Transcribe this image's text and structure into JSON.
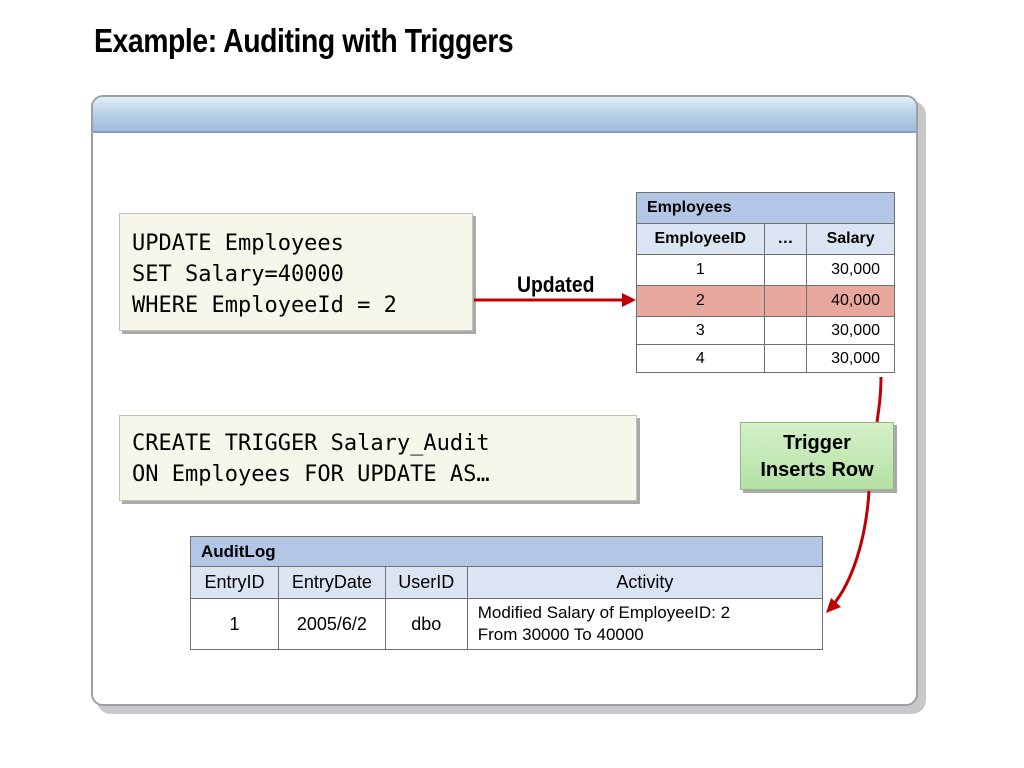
{
  "title": "Example: Auditing with Triggers",
  "update_code": [
    "UPDATE Employees",
    "SET Salary=40000",
    "WHERE EmployeeId = 2"
  ],
  "trigger_code": [
    "CREATE TRIGGER Salary_Audit",
    "ON Employees FOR UPDATE AS…"
  ],
  "updated_label": "Updated",
  "trigger_box": [
    "Trigger",
    "Inserts Row"
  ],
  "employees": {
    "caption": "Employees",
    "columns": [
      "EmployeeID",
      "…",
      "Salary"
    ],
    "rows": [
      {
        "id": "1",
        "mid": "",
        "salary": "30,000"
      },
      {
        "id": "2",
        "mid": "",
        "salary": "40,000"
      },
      {
        "id": "3",
        "mid": "",
        "salary": "30,000"
      },
      {
        "id": "4",
        "mid": "",
        "salary": "30,000"
      }
    ],
    "highlight_color": "#e9a89e"
  },
  "auditlog": {
    "caption": "AuditLog",
    "columns": [
      "EntryID",
      "EntryDate",
      "UserID",
      "Activity"
    ],
    "row": {
      "entry_id": "1",
      "entry_date": "2005/6/2",
      "user_id": "dbo",
      "activity": [
        "Modified Salary of EmployeeID: 2",
        "From 30000 To 40000"
      ]
    }
  },
  "colors": {
    "arrow": "#c00000",
    "header_bar": "#9ebcdc",
    "trigger_box": "#c3e8b6",
    "code_box": "#f6f7ea"
  }
}
